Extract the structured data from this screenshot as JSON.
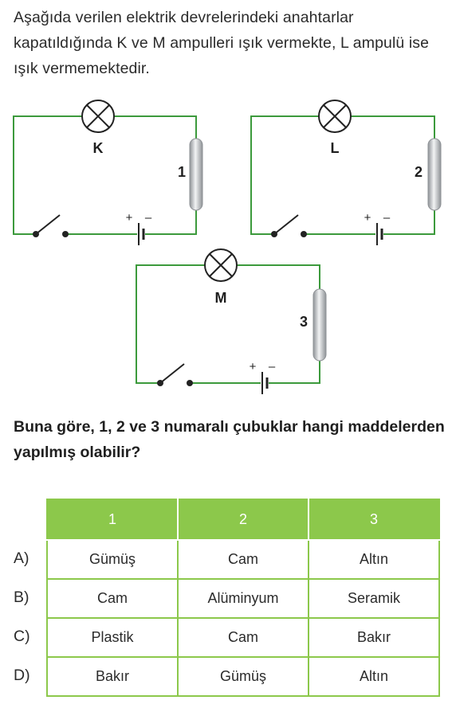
{
  "intro_text": "Aşağıda verilen elektrik devrelerindeki anahtarlar kapatıldığında K ve M ampulleri ışık vermekte, L ampulü ise ışık vermemektedir.",
  "circuits": [
    {
      "bulb": "K",
      "rod": "1"
    },
    {
      "bulb": "L",
      "rod": "2"
    },
    {
      "bulb": "M",
      "rod": "3"
    }
  ],
  "battery_plus": "+",
  "battery_minus": "–",
  "question": "Buna göre, 1, 2 ve 3 numaralı çubuklar hangi maddelerden yapılmış olabilir?",
  "table": {
    "headers": [
      "1",
      "2",
      "3"
    ],
    "rows": [
      {
        "letter": "A)",
        "cells": [
          "Gümüş",
          "Cam",
          "Altın"
        ]
      },
      {
        "letter": "B)",
        "cells": [
          "Cam",
          "Alüminyum",
          "Seramik"
        ]
      },
      {
        "letter": "C)",
        "cells": [
          "Plastik",
          "Cam",
          "Bakır"
        ]
      },
      {
        "letter": "D)",
        "cells": [
          "Bakır",
          "Gümüş",
          "Altın"
        ]
      }
    ]
  },
  "colors": {
    "wire": "#3c9a3c",
    "header_fill": "#8cc84b",
    "rod": "#b8bcc0"
  }
}
